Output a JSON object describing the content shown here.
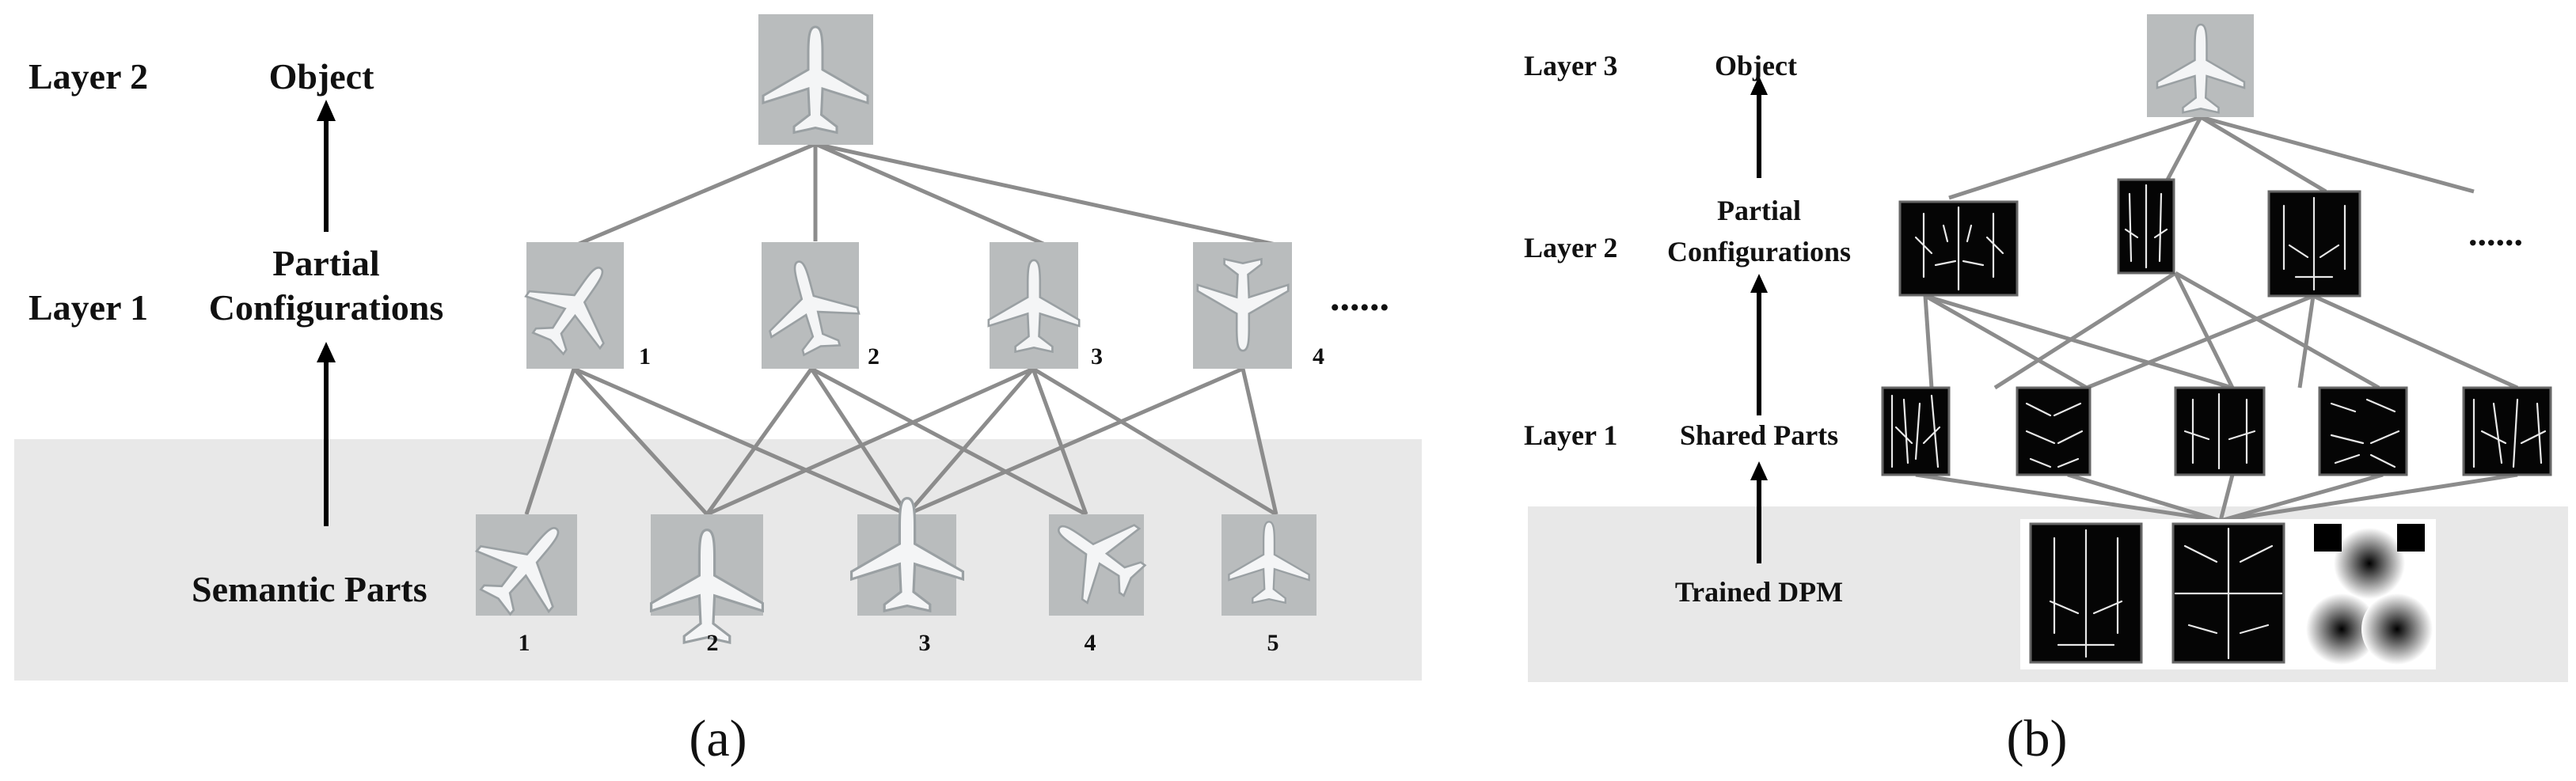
{
  "panel_a": {
    "layers": {
      "layer2": "Layer 2",
      "layer1": "Layer 1"
    },
    "nodes": {
      "object": "Object",
      "partial_line1": "Partial",
      "partial_line2": "Configurations",
      "semantic_parts": "Semantic Parts"
    },
    "config_numbers": [
      "1",
      "2",
      "3",
      "4"
    ],
    "part_numbers": [
      "1",
      "2",
      "3",
      "4",
      "5"
    ],
    "ellipsis": "......",
    "caption": "(a)"
  },
  "panel_b": {
    "layers": {
      "layer3": "Layer 3",
      "layer2": "Layer 2",
      "layer1": "Layer 1"
    },
    "nodes": {
      "object": "Object",
      "partial_line1": "Partial",
      "partial_line2": "Configurations",
      "shared_parts": "Shared Parts",
      "trained_dpm": "Trained DPM"
    },
    "ellipsis": "......",
    "caption": "(b)"
  },
  "colors": {
    "band": "#e8e8e8",
    "edge": "#8c8c8c",
    "arrow": "#000000",
    "thumbnail_background": "#b9bcbd",
    "hog_background": "#050505"
  },
  "icons": {
    "airplane_thumbnail": "airplane-icon",
    "hog_template": "hog-filter-icon",
    "deformation_map": "gradient-map-icon"
  }
}
